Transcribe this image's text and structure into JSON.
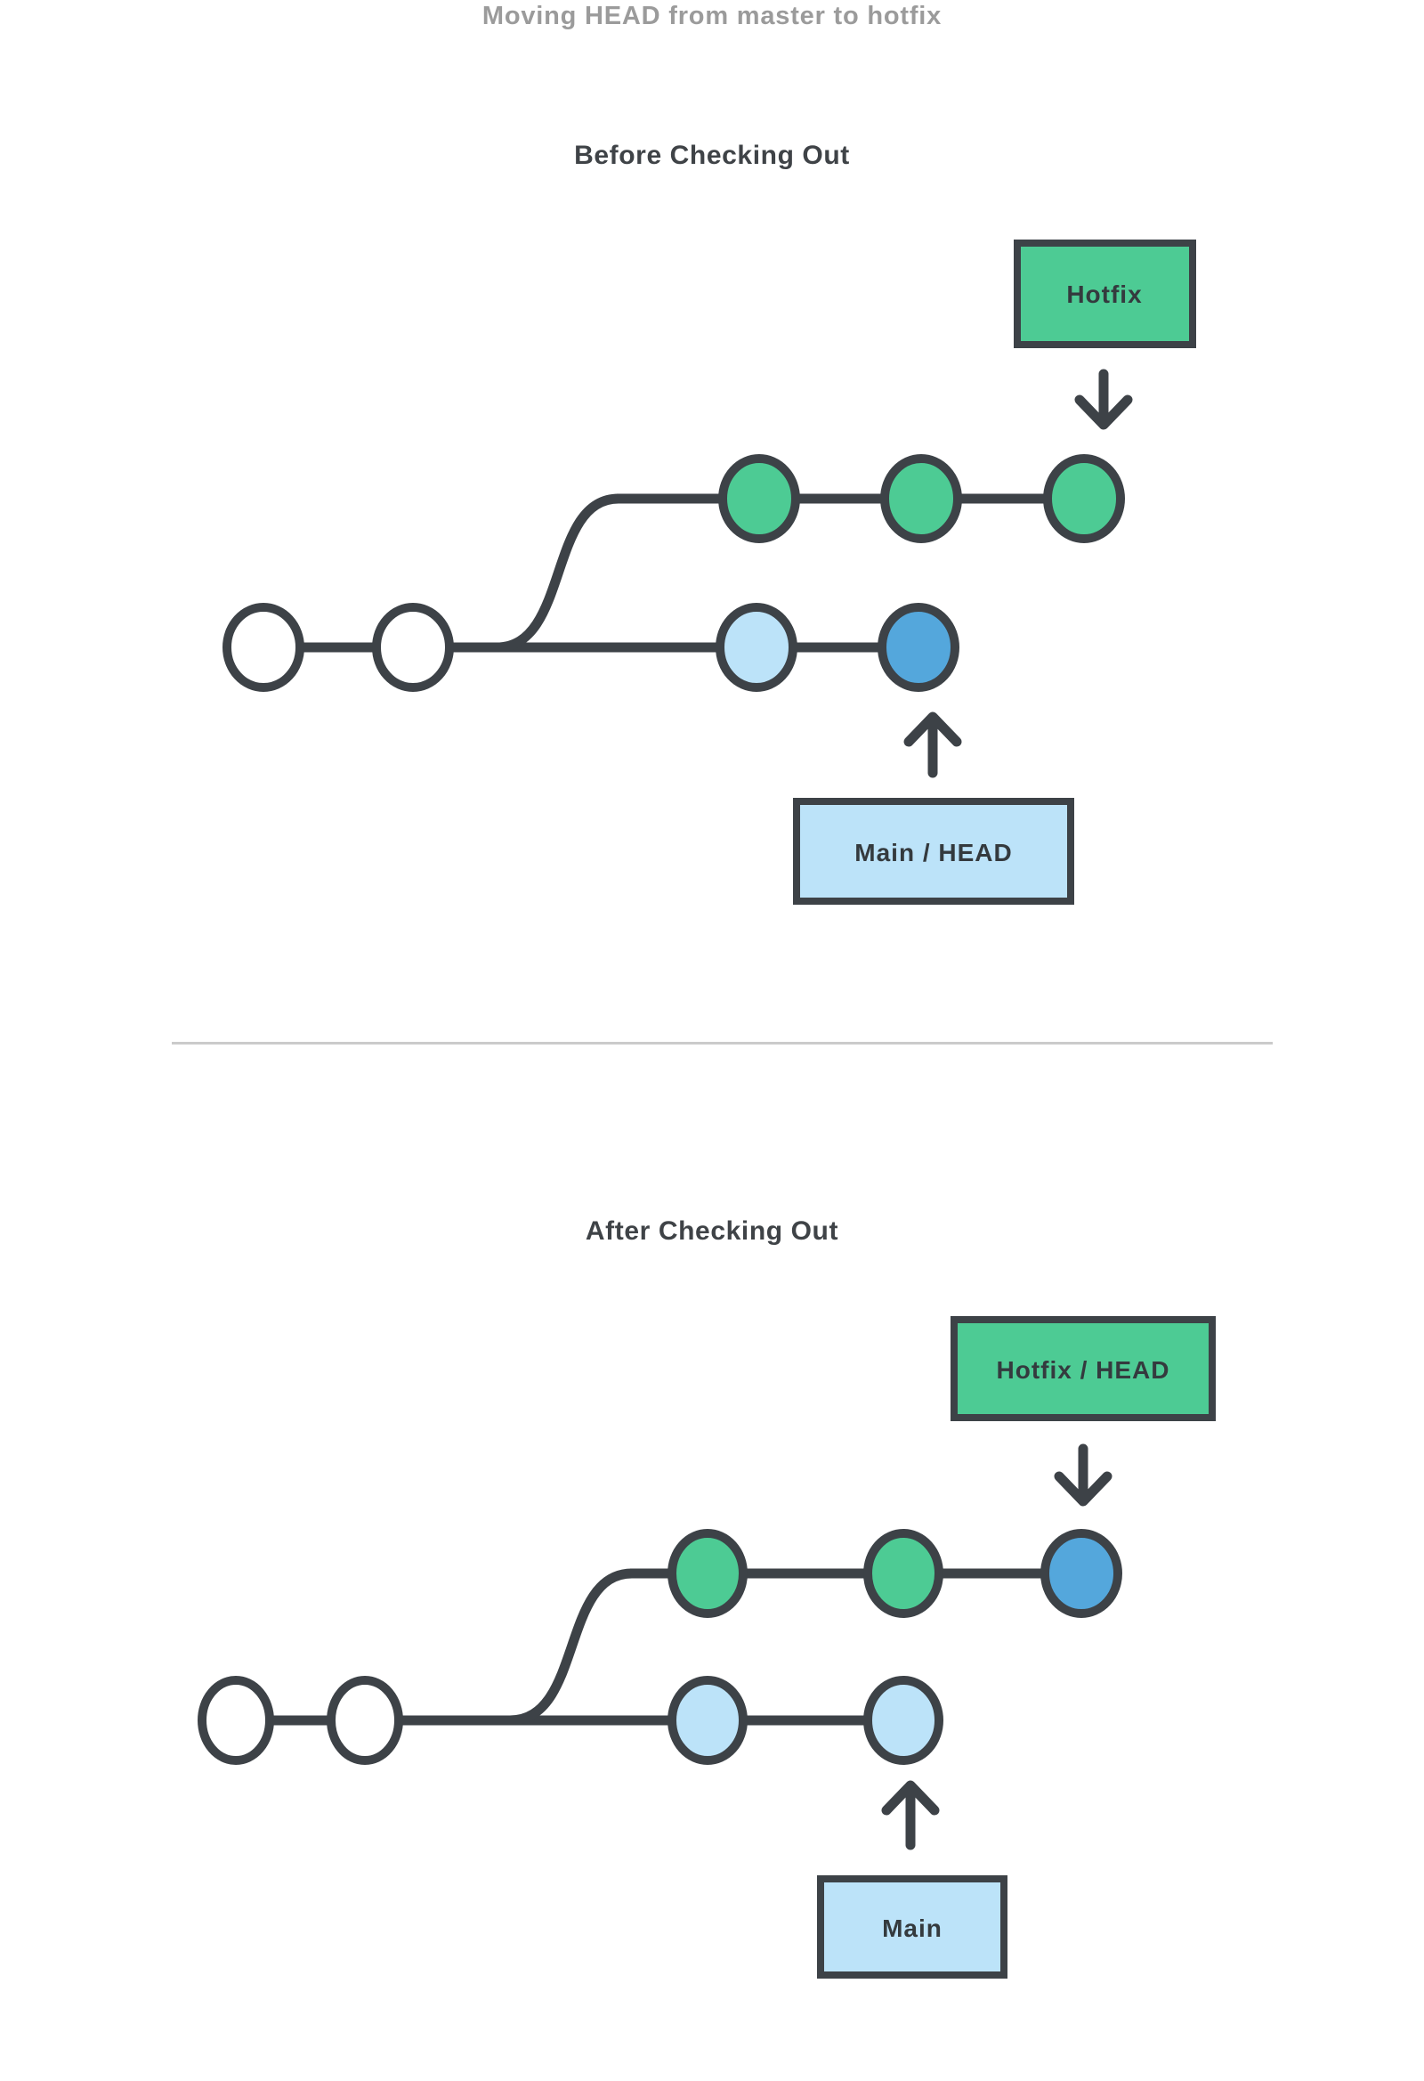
{
  "page": {
    "title": "Moving HEAD from master to hotfix"
  },
  "colors": {
    "green": "#4dcb94",
    "blue": "#54a7dc",
    "light_blue": "#bce3f9",
    "white": "#ffffff",
    "dark_stroke": "#3d4247",
    "title_gray": "#9b9b9b",
    "heading": "#3f4347",
    "divider": "#cbcbcb"
  },
  "before": {
    "heading": "Before Checking Out",
    "hotfix_box_label": "Hotfix",
    "main_box_label": "Main / HEAD",
    "branches": {
      "main_commits": [
        "white",
        "white",
        "light_blue",
        "blue (HEAD)"
      ],
      "hotfix_commits": [
        "green",
        "green",
        "green (hotfix tip)"
      ]
    }
  },
  "after": {
    "heading": "After Checking Out",
    "hotfix_box_label": "Hotfix / HEAD",
    "main_box_label": "Main",
    "branches": {
      "main_commits": [
        "white",
        "white",
        "light_blue",
        "light_blue"
      ],
      "hotfix_commits": [
        "green",
        "green",
        "blue (HEAD)"
      ]
    }
  }
}
